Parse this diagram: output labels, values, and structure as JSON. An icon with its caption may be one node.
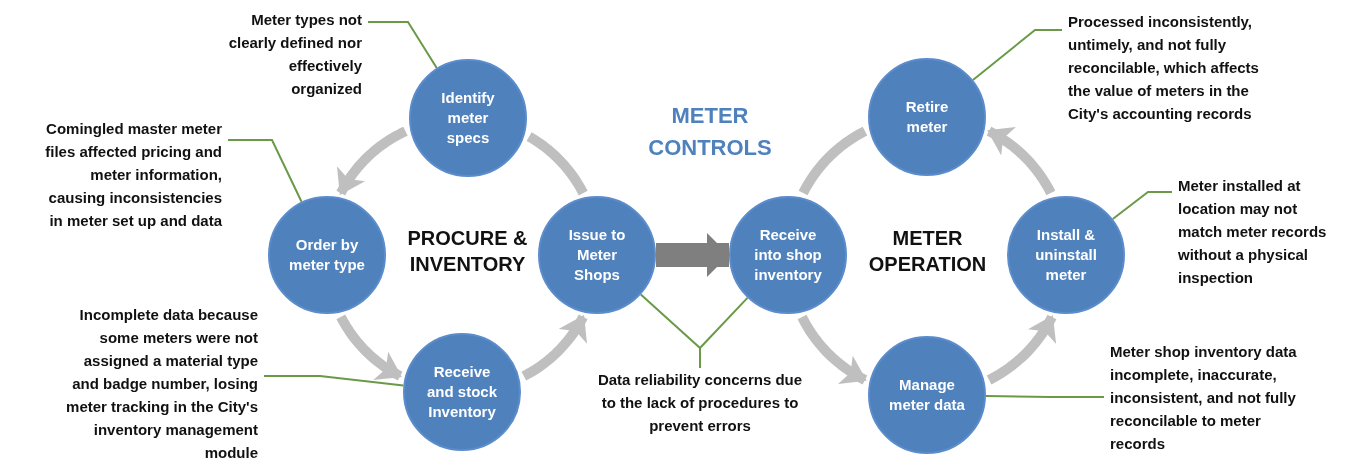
{
  "diagram": {
    "title": "METER CONTROLS",
    "nodes": [
      {
        "text": [
          "Identify meter specs"
        ]
      },
      {
        "text": [
          "Order by meter type"
        ]
      },
      {
        "text": [
          "Issue to Meter Shops"
        ]
      },
      {
        "text": [
          "Receive and stock Inventory"
        ]
      },
      {
        "text": [
          "Receive into shop inventory"
        ]
      },
      {
        "text": [
          "Retire meter"
        ]
      },
      {
        "text": [
          "Install & uninstall meter"
        ]
      },
      {
        "text": [
          "Manage meter data"
        ]
      },
      {
        "text": [
          "Meter types not clearly defined nor effectively organized"
        ]
      },
      {
        "text": [
          "Comingled master meter files affected pricing and meter information, causing inconsistencies in meter set up and data"
        ]
      },
      {
        "text": [
          "Incomplete data because some meters were not assigned a material type and badge number, losing meter tracking in the City's inventory management module"
        ]
      },
      {
        "text": [
          "Data reliability concerns due to the lack of procedures to prevent errors"
        ]
      },
      {
        "text": [
          "Processed inconsistently, untimely, and not fully reconcilable, which affects the value of meters in the City's accounting records"
        ]
      },
      {
        "text": [
          "Meter installed at location may not match meter records without a physical inspection"
        ]
      },
      {
        "text": [
          "Meter shop inventory data incomplete, inaccurate, inconsistent, and not fully reconcilable to meter records"
        ]
      }
    ],
    "edges": [
      {
        "from": 0,
        "to": 1,
        "arrow": "to"
      },
      {
        "from": 1,
        "to": 3,
        "arrow": "to"
      },
      {
        "from": 3,
        "to": 2,
        "arrow": "to"
      },
      {
        "from": 2,
        "to": 0,
        "arrow": "none"
      },
      {
        "from": 2,
        "to": 4,
        "arrow": "to",
        "style": "thick",
        "color": "#7f7f7f"
      },
      {
        "from": 4,
        "to": 7,
        "arrow": "to"
      },
      {
        "from": 7,
        "to": 6,
        "arrow": "to"
      },
      {
        "from": 6,
        "to": 5,
        "arrow": "to"
      },
      {
        "from": 5,
        "to": 4,
        "arrow": "none"
      },
      {
        "from": 8,
        "to": 0,
        "arrow": "none",
        "color": "#6a9a48"
      },
      {
        "from": 9,
        "to": 1,
        "arrow": "none",
        "color": "#6a9a48"
      },
      {
        "from": 10,
        "to": 3,
        "arrow": "none",
        "color": "#6a9a48"
      },
      {
        "from": 11,
        "to": 2,
        "arrow": "none",
        "color": "#6a9a48"
      },
      {
        "from": 11,
        "to": 4,
        "arrow": "none",
        "color": "#6a9a48"
      },
      {
        "from": 12,
        "to": 5,
        "arrow": "none",
        "color": "#6a9a48"
      },
      {
        "from": 13,
        "to": 6,
        "arrow": "none",
        "color": "#6a9a48"
      },
      {
        "from": 14,
        "to": 7,
        "arrow": "none",
        "color": "#6a9a48"
      }
    ],
    "labels": [
      "PROCURE & INVENTORY",
      "METER OPERATION"
    ]
  }
}
